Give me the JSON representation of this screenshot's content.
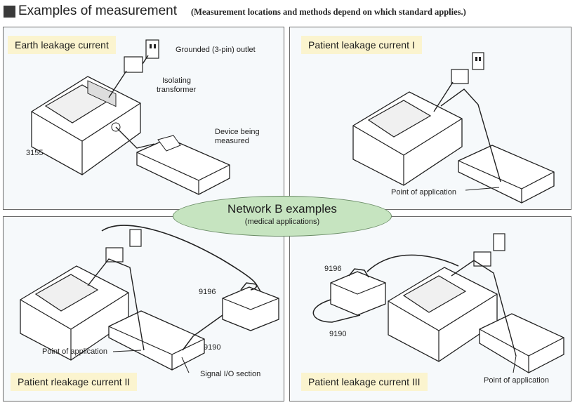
{
  "header": {
    "title": "Examples of measurement",
    "subtitle": "(Measurement locations and methods depend on which standard applies.)"
  },
  "center": {
    "title": "Network B examples",
    "subtitle": "(medical applications)"
  },
  "panels": {
    "earth": {
      "title": "Earth leakage current",
      "outlet": "Grounded (3-pin) outlet",
      "transformer_1": "Isolating",
      "transformer_2": "transformer",
      "device_1": "Device being",
      "device_2": "measured",
      "model": "3155"
    },
    "patient1": {
      "title": "Patient leakage current I",
      "point": "Point of application"
    },
    "patient2": {
      "title": "Patient rleakage current II",
      "point": "Point of application",
      "unit_a": "9196",
      "unit_b": "9190",
      "signal": "Signal I/O section"
    },
    "patient3": {
      "title": "Patient leakage current III",
      "point": "Point of application",
      "unit_a": "9196",
      "unit_b": "9190"
    }
  },
  "colors": {
    "panel_border": "#6b6b6b",
    "tag_background": "#fbf4cf",
    "ellipse_fill": "#c6e4c0"
  }
}
